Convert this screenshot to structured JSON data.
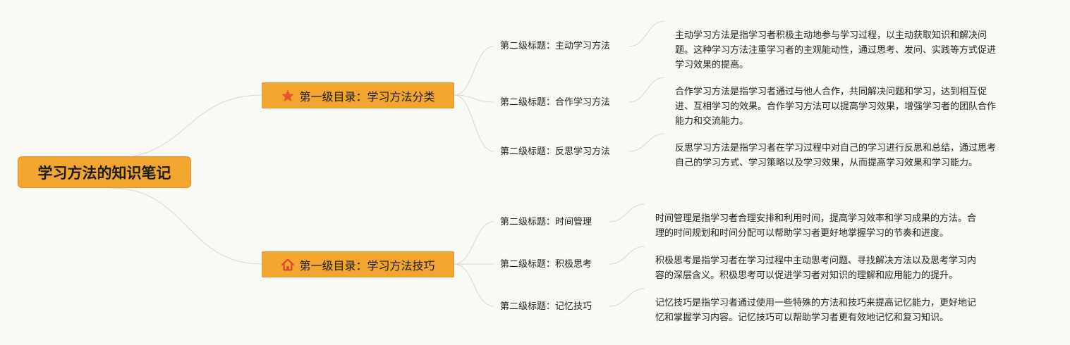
{
  "root": {
    "title": "学习方法的知识笔记"
  },
  "branches": [
    {
      "icon": "star-icon",
      "title": "第一级目录：学习方法分类",
      "children": [
        {
          "label": "第二级标题：主动学习方法",
          "desc_lines": [
            "主动学习方法是指学习者积极主动地参与学习过程，以主动获取知识和解决问",
            "题。这种学习方法注重学习者的主观能动性，通过思考、发问、实践等方式促进",
            "学习效果的提高。"
          ]
        },
        {
          "label": "第二级标题：合作学习方法",
          "desc_lines": [
            "合作学习方法是指学习者通过与他人合作，共同解决问题和学习，达到相互促",
            "进、互相学习的效果。合作学习方法可以提高学习效果，增强学习者的团队合作",
            "能力和交流能力。"
          ]
        },
        {
          "label": "第二级标题：反思学习方法",
          "desc_lines": [
            "反思学习方法是指学习者在学习过程中对自己的学习进行反思和总结，通过思考",
            "自己的学习方式、学习策略以及学习效果，从而提高学习效果和学习能力。"
          ]
        }
      ]
    },
    {
      "icon": "house-icon",
      "title": "第一级目录：学习方法技巧",
      "children": [
        {
          "label": "第二级标题：时间管理",
          "desc_lines": [
            "时间管理是指学习者合理安排和利用时间，提高学习效率和学习成果的方法。合",
            "理的时间规划和时间分配可以帮助学习者更好地掌握学习的节奏和进度。"
          ]
        },
        {
          "label": "第二级标题：积极思考",
          "desc_lines": [
            "积极思考是指学习者在学习过程中主动思考问题、寻找解决方法以及思考学习内",
            "容的深层含义。积极思考可以促进学习者对知识的理解和应用能力的提升。"
          ]
        },
        {
          "label": "第二级标题：记忆技巧",
          "desc_lines": [
            "记忆技巧是指学习者通过使用一些特殊的方法和技巧来提高记忆能力，更好地记",
            "忆和掌握学习内容。记忆技巧可以帮助学习者更有效地记忆和复习知识。"
          ]
        }
      ]
    }
  ],
  "colors": {
    "node_fill": "#f3a62f",
    "connector": "#d5d5d5",
    "star_icon": "#e8532f",
    "house_icon": "#d9452b"
  }
}
